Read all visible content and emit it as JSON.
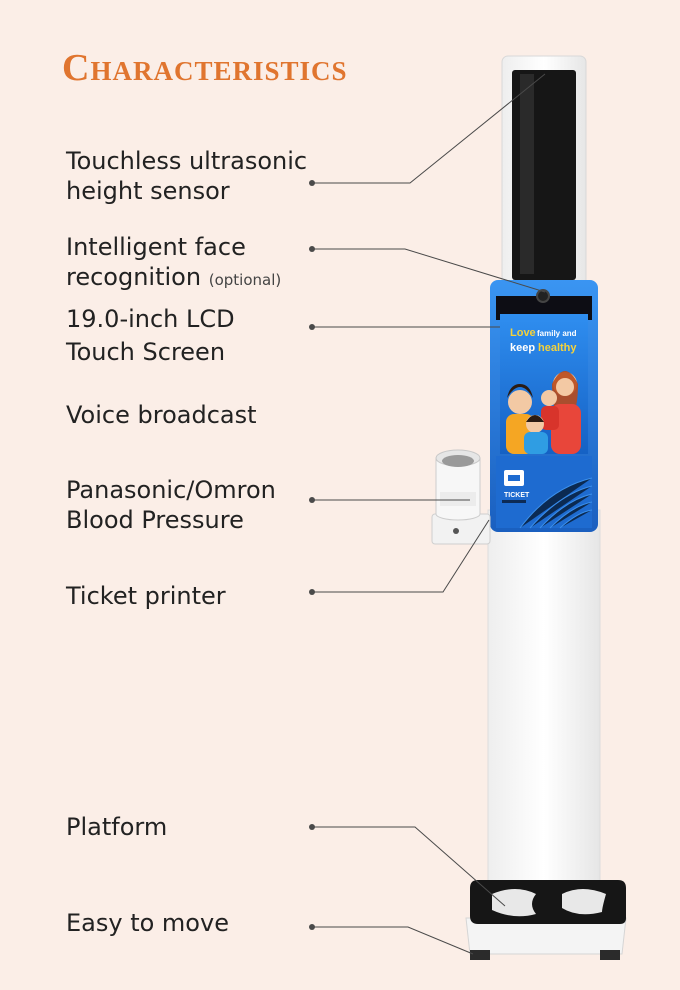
{
  "title": "Characteristics",
  "features": [
    {
      "lines": [
        "Touchless ultrasonic",
        "height sensor"
      ]
    },
    {
      "lines": [
        "Intelligent face",
        "recognition"
      ],
      "note": "(optional)"
    },
    {
      "lines": [
        "19.0-inch LCD",
        "Touch Screen"
      ]
    },
    {
      "lines": [
        "Voice broadcast"
      ]
    },
    {
      "lines": [
        "Panasonic/Omron",
        "Blood Pressure"
      ]
    },
    {
      "lines": [
        "Ticket printer"
      ]
    },
    {
      "lines": [
        "Platform"
      ]
    },
    {
      "lines": [
        "Easy to move"
      ]
    }
  ],
  "screen": {
    "love": "Love",
    "family_and": "family and",
    "keep": "keep",
    "healthy": "healthy",
    "ticket": "TICKET"
  },
  "colors": {
    "background": "#fbeee7",
    "title": "#e0752f",
    "screen_blue": "#1e73d8",
    "accent_yellow": "#f5d23a"
  }
}
